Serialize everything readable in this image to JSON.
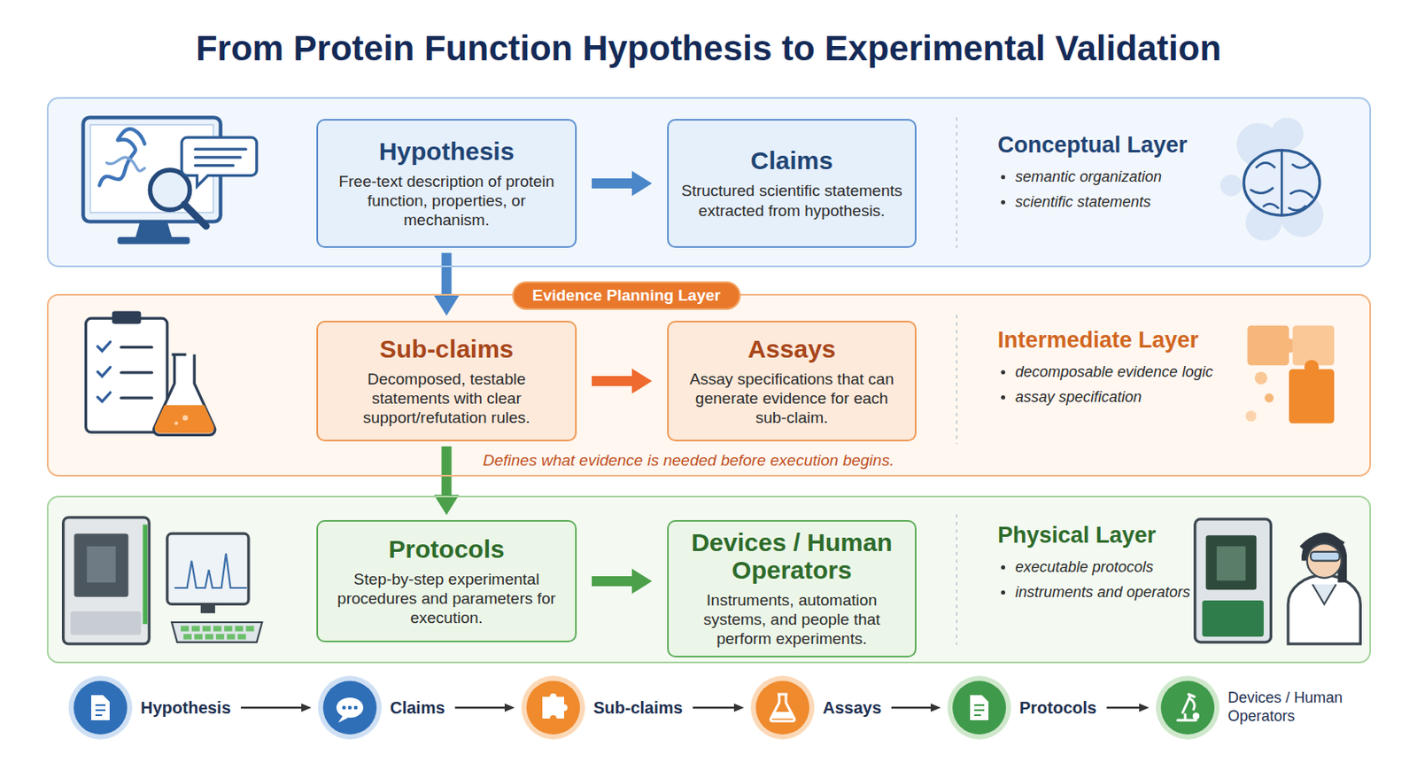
{
  "diagram": {
    "title": "From Protein Function Hypothesis to Experimental Validation",
    "nodes": [
      {
        "text": [
          "Conceptual Layer",
          "semantic organization",
          "scientific statements"
        ]
      },
      {
        "text": [
          "Hypothesis",
          "Free-text description of protein function, properties, or mechanism."
        ],
        "in": 0
      },
      {
        "text": [
          "Claims",
          "Structured scientific statements extracted from hypothesis."
        ],
        "in": 0
      },
      {
        "text": [
          "Intermediate Layer",
          "decomposable evidence logic",
          "assay specification",
          "Defines what evidence is needed before execution begins."
        ]
      },
      {
        "text": [
          "Evidence Planning Layer"
        ],
        "in": 3
      },
      {
        "text": [
          "Sub-claims",
          "Decomposed, testable statements with clear support/refutation rules."
        ],
        "in": 3
      },
      {
        "text": [
          "Assays",
          "Assay specifications that can generate evidence for each sub-claim."
        ],
        "in": 3
      },
      {
        "text": [
          "Physical Layer",
          "executable protocols",
          "instruments and operators"
        ]
      },
      {
        "text": [
          "Protocols",
          "Step-by-step experimental procedures and parameters for execution."
        ],
        "in": 7
      },
      {
        "text": [
          "Devices / Human Operators",
          "Instruments, automation systems, and people that perform experiments."
        ],
        "in": 7
      },
      {
        "text": [
          "Hypothesis"
        ]
      },
      {
        "text": [
          "Claims"
        ]
      },
      {
        "text": [
          "Sub-claims"
        ]
      },
      {
        "text": [
          "Assays"
        ]
      },
      {
        "text": [
          "Protocols"
        ]
      },
      {
        "text": [
          "Devices / Human Operators"
        ]
      }
    ],
    "edges": [
      {
        "from": 1,
        "to": 2,
        "arrow": "to"
      },
      {
        "from": 1,
        "to": 5,
        "arrow": "to"
      },
      {
        "from": 5,
        "to": 6,
        "arrow": "to"
      },
      {
        "from": 5,
        "to": 8,
        "arrow": "to"
      },
      {
        "from": 8,
        "to": 9,
        "arrow": "to"
      },
      {
        "from": 10,
        "to": 11,
        "arrow": "to"
      },
      {
        "from": 11,
        "to": 12,
        "arrow": "to"
      },
      {
        "from": 12,
        "to": 13,
        "arrow": "to"
      },
      {
        "from": 13,
        "to": 14,
        "arrow": "to"
      },
      {
        "from": 14,
        "to": 15,
        "arrow": "to"
      }
    ]
  }
}
